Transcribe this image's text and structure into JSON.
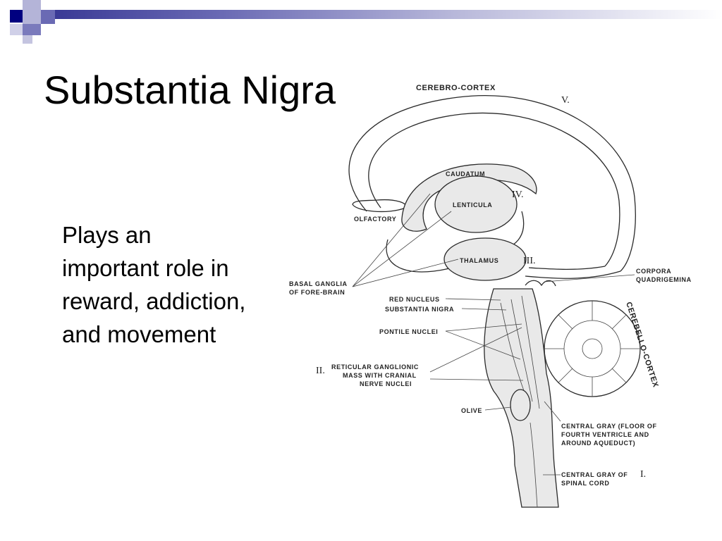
{
  "slide": {
    "title": "Substantia Nigra",
    "body": [
      "Plays an",
      "important role in",
      "reward, addiction,",
      "and movement"
    ]
  },
  "diagram": {
    "labels": {
      "cerebro_cortex": "CEREBRO-CORTEX",
      "roman_v": "V.",
      "caudatum": "CAUDATUM",
      "lenticula": "LENTICULA",
      "roman_iv": "IV.",
      "olfactory": "OLFACTORY",
      "thalamus": "THALAMUS",
      "roman_iii": "III.",
      "basal_ganglia_1": "BASAL GANGLIA",
      "basal_ganglia_2": "OF FORE-BRAIN",
      "corpora_1": "CORPORA",
      "corpora_2": "QUADRIGEMINA",
      "red_nucleus": "RED NUCLEUS",
      "substantia_nigra": "SUBSTANTIA NIGRA",
      "pontile_nuclei": "PONTILE NUCLEI",
      "roman_ii": "II.",
      "reticular_1": "RETICULAR GANGLIONIC",
      "reticular_2": "MASS WITH CRANIAL",
      "reticular_3": "NERVE NUCLEI",
      "cerebello_cortex": "CEREBELLO-CORTEX",
      "olive": "OLIVE",
      "central_gray_1": "CENTRAL GRAY (FLOOR OF",
      "central_gray_2": "FOURTH VENTRICLE AND",
      "central_gray_3": "AROUND AQUEDUCT)",
      "spinal_1": "CENTRAL GRAY OF",
      "roman_i": "I.",
      "spinal_2": "SPINAL CORD"
    }
  },
  "colors": {
    "accent_dark": "#000080",
    "accent_mid": "#5a5aa8",
    "accent_light": "#b4b4d8"
  }
}
